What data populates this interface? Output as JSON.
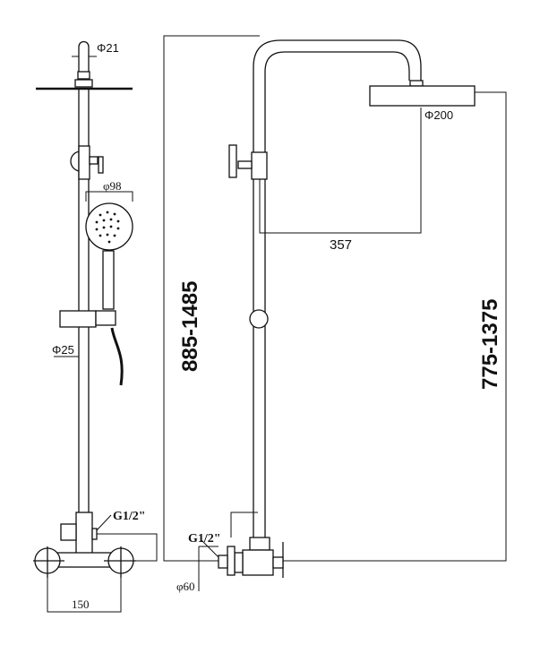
{
  "front_view": {
    "pipe_diameter": "Φ21",
    "hand_shower_diameter": "φ98",
    "rail_diameter": "Φ25",
    "inlet_thread": "G1/2\"",
    "inlet_spacing": "150"
  },
  "side_view": {
    "rain_head_diameter": "Φ200",
    "arm_reach": "357",
    "overall_height": "885-1485",
    "head_height": "775-1375",
    "inlet_thread": "G1/2\"",
    "flange_diameter": "φ60"
  }
}
